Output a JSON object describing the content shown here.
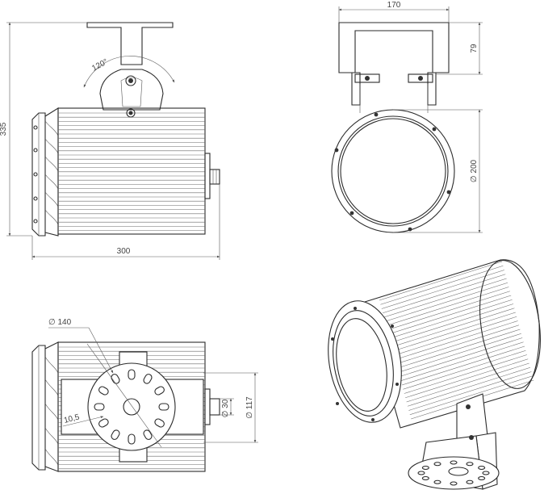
{
  "views": {
    "side": {
      "width": "300",
      "height": "335",
      "angle": "120°"
    },
    "front": {
      "bracket_width": "170",
      "bracket_height": "79",
      "diameter": "∅ 200"
    },
    "bottom": {
      "mount_circle": "∅ 140",
      "slot": "10,5",
      "gland": "∅ 30",
      "body_diameter": "∅ 117"
    }
  }
}
